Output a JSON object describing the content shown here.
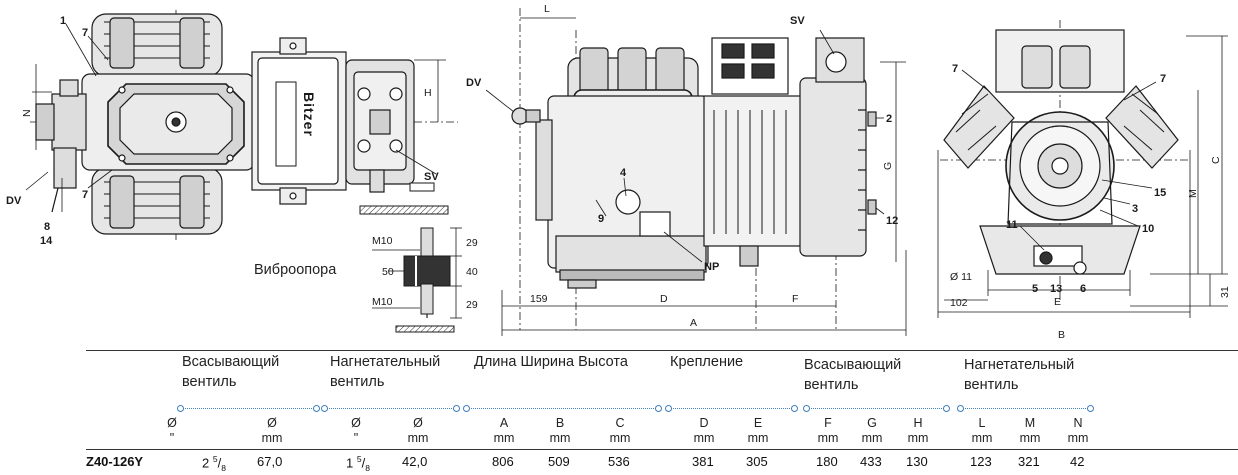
{
  "drawing": {
    "brand": "Bitzer",
    "mount_label": "Виброопора",
    "part_numbers": {
      "p1": "1",
      "p2": "2",
      "p3": "3",
      "p4": "4",
      "p5": "5",
      "p6": "6",
      "p7": "7",
      "p8": "8",
      "p9": "9",
      "p10": "10",
      "p11": "11",
      "p12": "12",
      "p13": "13",
      "p14": "14",
      "p15": "15"
    },
    "callouts": {
      "dv": "DV",
      "sv": "SV",
      "np": "NP"
    },
    "letters": {
      "A": "A",
      "B": "B",
      "C": "C",
      "D": "D",
      "E": "E",
      "F": "F",
      "G": "G",
      "H": "H",
      "L": "L",
      "M": "M",
      "N": "N"
    },
    "dims": {
      "d159": "159",
      "d102": "102",
      "d31": "31",
      "hole": "Ø 11",
      "m10_top": "M10",
      "m10_bottom": "M10",
      "d29_top": "29",
      "d29_bottom": "29",
      "d40": "40",
      "d50": "50"
    }
  },
  "table": {
    "groups": [
      {
        "line1": "Всасывающий",
        "line2": "вентиль"
      },
      {
        "line1": "Нагнетательный",
        "line2": "вентиль"
      },
      {
        "line1": "Длина Ширина Высота",
        "line2": ""
      },
      {
        "line1": "Крепление",
        "line2": ""
      },
      {
        "line1": "Всасывающий",
        "line2": "вентиль"
      },
      {
        "line1": "Нагнетательный",
        "line2": "вентиль"
      }
    ],
    "columns": [
      {
        "sym": "Ø",
        "unit": "\""
      },
      {
        "sym": "Ø",
        "unit": "mm"
      },
      {
        "sym": "Ø",
        "unit": "\""
      },
      {
        "sym": "Ø",
        "unit": "mm"
      },
      {
        "sym": "A",
        "unit": "mm"
      },
      {
        "sym": "B",
        "unit": "mm"
      },
      {
        "sym": "C",
        "unit": "mm"
      },
      {
        "sym": "D",
        "unit": "mm"
      },
      {
        "sym": "E",
        "unit": "mm"
      },
      {
        "sym": "F",
        "unit": "mm"
      },
      {
        "sym": "G",
        "unit": "mm"
      },
      {
        "sym": "H",
        "unit": "mm"
      },
      {
        "sym": "L",
        "unit": "mm"
      },
      {
        "sym": "M",
        "unit": "mm"
      },
      {
        "sym": "N",
        "unit": "mm"
      }
    ],
    "row": {
      "model": "Z40-126Y",
      "suction_whole": "2",
      "suction_num": "5",
      "suction_den": "8",
      "suction_mm": "67,0",
      "discharge_whole": "1",
      "discharge_num": "5",
      "discharge_den": "8",
      "discharge_mm": "42,0",
      "A": "806",
      "B": "509",
      "C": "536",
      "D": "381",
      "E": "305",
      "F": "180",
      "G": "433",
      "H": "130",
      "L": "123",
      "M": "321",
      "N": "42"
    }
  },
  "colors": {
    "accent": "#3f7fbf",
    "line": "#1a1a1a",
    "metal": "#d9d9d9"
  }
}
